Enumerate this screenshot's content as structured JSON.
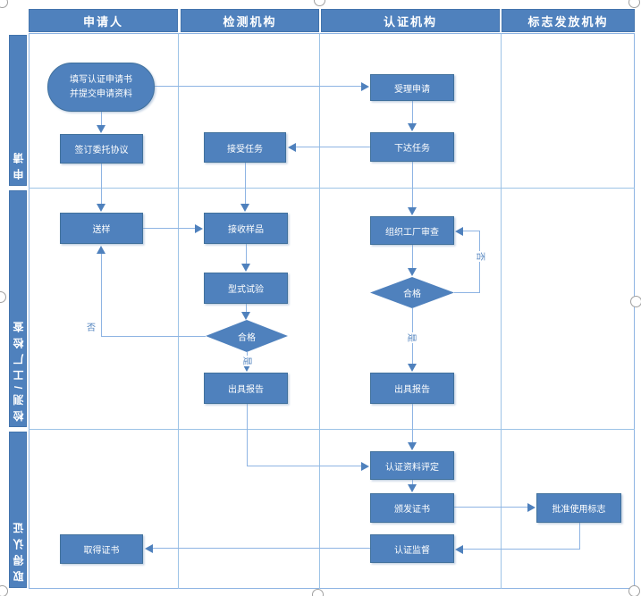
{
  "header": {
    "columns": [
      {
        "label": "申请人"
      },
      {
        "label": "检测机构"
      },
      {
        "label": "认证机构"
      },
      {
        "label": "标志发放机构"
      }
    ]
  },
  "sidebar": {
    "rows": [
      {
        "label": "申请"
      },
      {
        "label": "检测/工厂检查"
      },
      {
        "label": "取得认证"
      }
    ]
  },
  "nodes": {
    "fill_application": {
      "shape": "rounded",
      "label_line1": "填写认证申请书",
      "label_line2": "并提交申请资料"
    },
    "sign_agreement": {
      "shape": "rect",
      "label": "签订委托协议"
    },
    "send_sample": {
      "shape": "rect",
      "label": "送样"
    },
    "obtain_certificate": {
      "shape": "rect",
      "label": "取得证书"
    },
    "accept_task": {
      "shape": "rect",
      "label": "接受任务"
    },
    "receive_sample": {
      "shape": "rect",
      "label": "接收样品"
    },
    "type_test": {
      "shape": "rect",
      "label": "型式试验"
    },
    "test_pass_decision": {
      "shape": "diamond",
      "label": "合格"
    },
    "issue_report_test": {
      "shape": "rect",
      "label": "出具报告"
    },
    "accept_application": {
      "shape": "rect",
      "label": "受理申请"
    },
    "assign_task": {
      "shape": "rect",
      "label": "下达任务"
    },
    "factory_review": {
      "shape": "rect",
      "label": "组织工厂审查"
    },
    "review_pass_decision": {
      "shape": "diamond",
      "label": "合格"
    },
    "issue_report_cert": {
      "shape": "rect",
      "label": "出具报告"
    },
    "material_evaluation": {
      "shape": "rect",
      "label": "认证资料评定"
    },
    "issue_certificate": {
      "shape": "rect",
      "label": "颁发证书"
    },
    "cert_supervision": {
      "shape": "rect",
      "label": "认证监督"
    },
    "approve_mark": {
      "shape": "rect",
      "label": "批准使用标志"
    }
  },
  "edge_labels": {
    "yes": "是",
    "no": "否"
  },
  "colors": {
    "shape_fill": "#4f81bd",
    "shape_border": "#41719c",
    "swimlane_fill": "#4f81bd",
    "grid_line": "#9dc3e6",
    "connector_line": "#8eb4e3",
    "arrowhead": "#4f81bd",
    "edge_label_text": "#4f81bd"
  }
}
